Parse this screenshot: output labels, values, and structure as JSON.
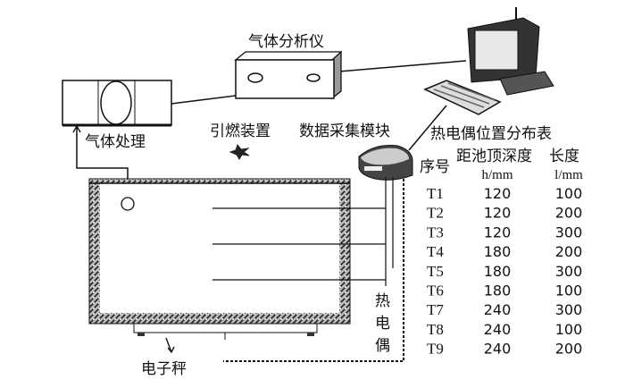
{
  "labels": {
    "gas_processing": "气体处理",
    "gas_analyzer": "气体分析仪",
    "ignition_device": "引燃装置",
    "data_acquisition": "数据采集模块",
    "electronic_scale": "电子秤",
    "thermocouple": [
      "热",
      "电",
      "偶"
    ]
  },
  "table": {
    "title": "热电偶位置分布表",
    "headers": {
      "id": "序号",
      "depth": "距池顶深度",
      "depth_unit": "h/mm",
      "length": "长度",
      "length_unit": "l/mm"
    },
    "rows": [
      {
        "id": "T1",
        "h": "120",
        "l": "100"
      },
      {
        "id": "T2",
        "h": "120",
        "l": "200"
      },
      {
        "id": "T3",
        "h": "120",
        "l": "300"
      },
      {
        "id": "T4",
        "h": "180",
        "l": "200"
      },
      {
        "id": "T5",
        "h": "180",
        "l": "300"
      },
      {
        "id": "T6",
        "h": "180",
        "l": "100"
      },
      {
        "id": "T7",
        "h": "240",
        "l": "300"
      },
      {
        "id": "T8",
        "h": "240",
        "l": "100"
      },
      {
        "id": "T9",
        "h": "240",
        "l": "200"
      }
    ]
  }
}
